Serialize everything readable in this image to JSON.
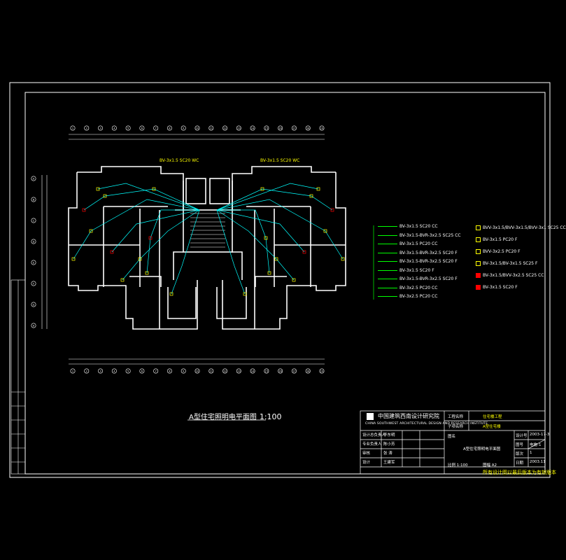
{
  "drawing": {
    "title": "A型住宅照明电平面图",
    "scale": "1:100",
    "riser_labels": [
      "BV-3x1.5 SC20 WC",
      "BV-3x1.5 SC20 WC"
    ]
  },
  "legend": {
    "left": [
      "BV-3x1.5 SC20 CC",
      "BV-3x1.5-BVR-3x2.5 SC25 CC",
      "BV-3x1.5 PC20 CC",
      "BV-3x1.5-BVR-3x2.5 SC20 F",
      "BV-3x1.5-BVR-3x2.5 SC20 F",
      "BV-3x1.5 SC20 F",
      "BV-3x1.5-BVR-3x2.5 SC20 F",
      "BV-3x2.5 PC20 CC",
      "BV-3x2.5 PC20 CC"
    ],
    "right": [
      "BVV-3x1.5/BVV-3x1.5/BVV-3x1 SC25 CC",
      "BV-3x1.5 PC20 F",
      "BVV-3x2.5 PC20 F",
      "BV-3x1.5/BV-3x1.5 SC25 F",
      "BV-3x1.5/BVV-3x2.5 SC25 CC",
      "BV-3x1.5 SC20 F"
    ]
  },
  "title_block": {
    "institute": "中国建筑西南设计研究院",
    "institute_en": "CHINA SOUTHWEST ARCHITECTURAL DESIGN AND RESEARCH INSTITUTE",
    "project_label": "工程名称",
    "project_value": "住宅楼工程",
    "sub_label": "子项名称",
    "sub_value": "A型住宅楼",
    "drawing_label": "图名",
    "drawing_value": "A型住宅照明电平面图",
    "role_rows": [
      {
        "role": "设计总负责人",
        "name": "李东明"
      },
      {
        "role": "专业负责人",
        "name": "陈小芳"
      },
      {
        "role": "审核",
        "name": "张 涛"
      },
      {
        "role": "设计",
        "name": "王建军"
      }
    ],
    "right_labels": [
      "设计号",
      "图号",
      "版次",
      "日期"
    ],
    "right_values": [
      "2003-17-3",
      "电施-1",
      "1",
      "2003.11"
    ],
    "bottom_left": "比例 1:100",
    "bottom_mid": "图幅 A2",
    "footer_note": "所有设计图以最后版本为有效版本"
  },
  "axis_top": [
    "1",
    "2",
    "3",
    "4",
    "5",
    "6",
    "7",
    "8",
    "9",
    "10",
    "11",
    "12",
    "13",
    "14",
    "15",
    "16",
    "17",
    "18",
    "19"
  ],
  "axis_left": [
    "A",
    "B",
    "C",
    "D",
    "E",
    "F",
    "G",
    "H"
  ]
}
